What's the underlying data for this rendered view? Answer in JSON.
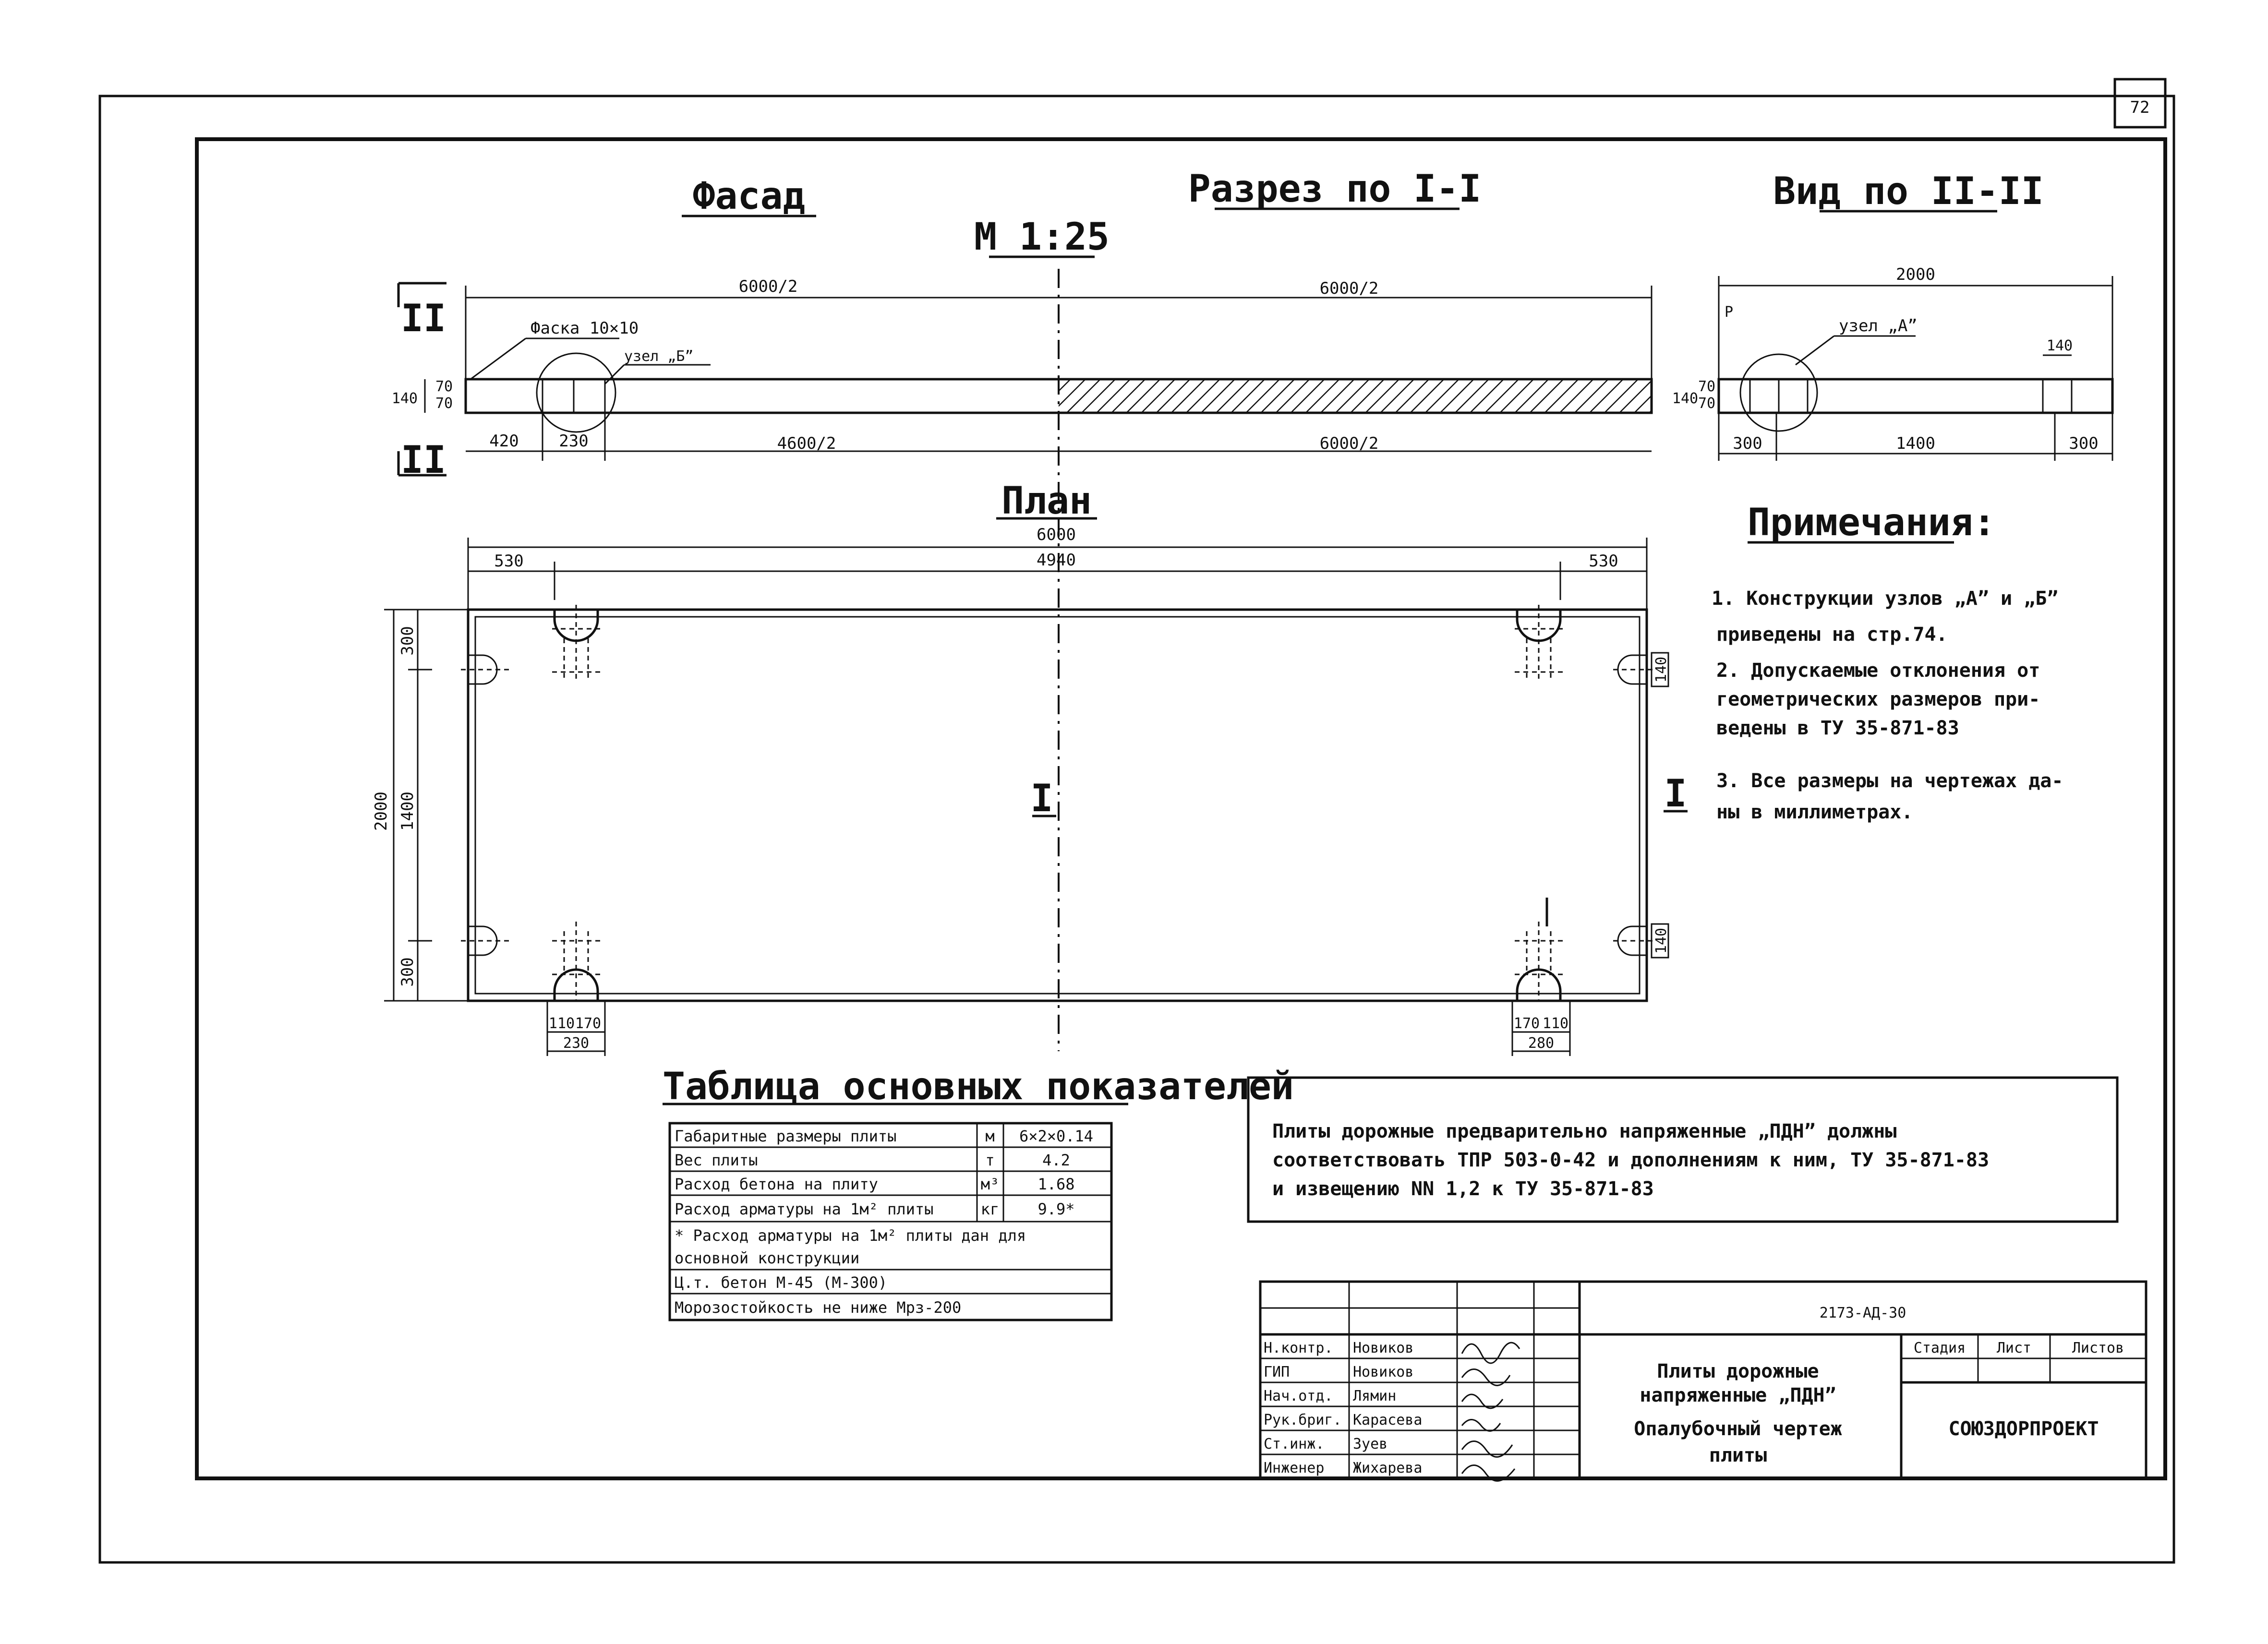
{
  "sheet": {
    "page_number": "72",
    "titles": {
      "facade": "Фасад",
      "section": "Разрез по I-I",
      "view": "Вид по II-II",
      "scale": "М 1:25",
      "plan": "План"
    }
  },
  "facade": {
    "dims_top": [
      "6000/2",
      "6000/2"
    ],
    "dims_bottom": [
      "420",
      "230",
      "4600/2",
      "6000/2"
    ],
    "height": "140",
    "height_inner": [
      "70",
      "70"
    ],
    "chamfer": "Фаска 10×10",
    "node_b": "узел „Б”",
    "section_mark": "II"
  },
  "view2": {
    "dim_top": "2000",
    "dims_bottom": [
      "300",
      "1400",
      "300"
    ],
    "height": "140",
    "height_inner": [
      "70",
      "70"
    ],
    "node_a": "узел „А”",
    "dim_140": "140",
    "mark_p": "P"
  },
  "plan": {
    "dim_total": "6000",
    "dim_inner": "4940",
    "dim_left": "530",
    "dim_right": "530",
    "dims_vertical": [
      "2000",
      "300",
      "1400",
      "300"
    ],
    "side_dims": [
      "140",
      "140"
    ],
    "bottom_left_dims": [
      "110",
      "170",
      "230"
    ],
    "bottom_right_dims": [
      "170",
      "110",
      "280"
    ],
    "section_mark": "I"
  },
  "notes": {
    "heading": "Примечания:",
    "items": [
      "1. Конструкции узлов „А” и „Б”",
      "приведены на стр.74.",
      "2. Допускаемые отклонения от",
      "геометрических размеров при-",
      "ведены в ТУ 35-871-83",
      "3. Все размеры на чертежах да-",
      "ны в миллиметрах."
    ]
  },
  "main_table": {
    "heading": "Таблица основных показателей",
    "rows": [
      [
        "Габаритные размеры плиты",
        "м",
        "6×2×0.14"
      ],
      [
        "Вес плиты",
        "т",
        "4.2"
      ],
      [
        "Расход бетона на плиту",
        "м³",
        "1.68"
      ],
      [
        "Расход арматуры на 1м² плиты",
        "кг",
        "9.9*"
      ]
    ],
    "footnote": [
      "* Расход арматуры на 1м² плиты дан для",
      "основной конструкции"
    ],
    "extra": [
      "Ц.т. бетон     М-45 (М-300)",
      "Морозостойкость не ниже  Мрз-200"
    ]
  },
  "box_note": {
    "lines": [
      "Плиты дорожные предварительно напряженные „ПДН” должны",
      "соответствовать ТПР 503-0-42 и дополнениям к ним, ТУ 35-871-83",
      "и извещению NN 1,2 к ТУ 35-871-83"
    ]
  },
  "stamp": {
    "code": "2173-АД-30",
    "roles": [
      [
        "Н.контр.",
        "Новиков"
      ],
      [
        "ГИП",
        "Новиков"
      ],
      [
        "Нач.отд.",
        "Лямин"
      ],
      [
        "Рук.бриг.",
        "Карасева"
      ],
      [
        "Ст.инж.",
        "Зуев"
      ],
      [
        "Инженер",
        "Жихарева"
      ]
    ],
    "title": [
      "Плиты дорожные",
      "напряженные „ПДН”",
      "Опалубочный чертеж",
      "плиты"
    ],
    "stage_headers": [
      "Стадия",
      "Лист",
      "Листов"
    ],
    "org": "СОЮЗДОРПРОЕКТ"
  }
}
